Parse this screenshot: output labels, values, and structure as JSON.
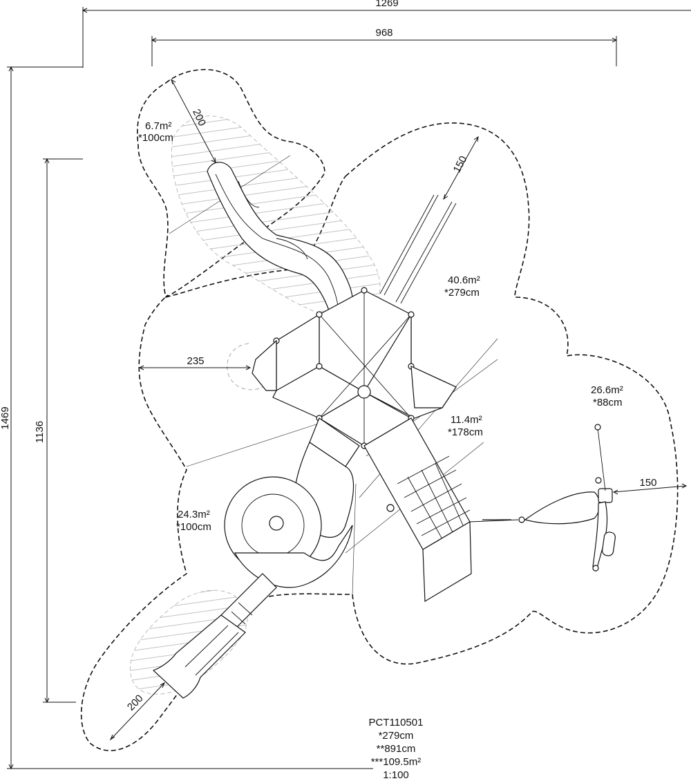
{
  "product_code": "PCT110501",
  "footnotes": [
    "*279cm",
    "**891cm",
    "***109.5m²",
    "1:100"
  ],
  "dimensions": {
    "overall_width": "1269",
    "inner_width": "968",
    "overall_height": "1469",
    "inner_height": "1136",
    "clearance_top_slide": "200",
    "clearance_ladder": "150",
    "clearance_left": "235",
    "clearance_spinner": "150",
    "clearance_bottom_slide": "200"
  },
  "zones": [
    {
      "area": "6.7m²",
      "height": "*100cm"
    },
    {
      "area": "40.6m²",
      "height": "*279cm"
    },
    {
      "area": "11.4m²",
      "height": "*178cm"
    },
    {
      "area": "26.6m²",
      "height": "*88cm"
    },
    {
      "area": "24.3m²",
      "height": "*100cm"
    }
  ],
  "colors": {
    "line": "#111111",
    "hatch": "#bbbbbb",
    "ghost": "#aaaaaa"
  }
}
